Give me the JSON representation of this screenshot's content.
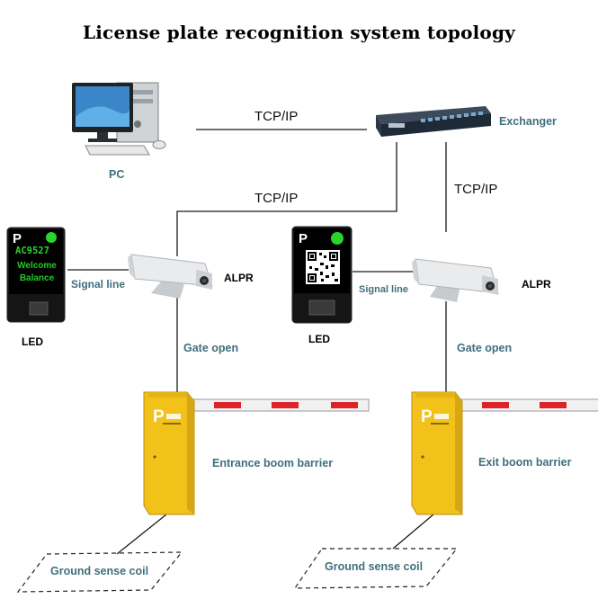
{
  "title": "License plate recognition system topology",
  "nodes": {
    "pc": "PC",
    "exchanger": "Exchanger",
    "alpr_left": "ALPR",
    "alpr_right": "ALPR",
    "led_left": "LED",
    "led_right": "LED",
    "entrance_barrier": "Entrance boom barrier",
    "exit_barrier": "Exit boom barrier",
    "coil_left": "Ground sense coil",
    "coil_right": "Ground sense coil"
  },
  "links": {
    "pc_exchanger": "TCP/IP",
    "exchanger_alpr_left": "TCP/IP",
    "exchanger_alpr_right": "TCP/IP",
    "signal_left": "Signal line",
    "signal_right": "Signal line",
    "gate_left": "Gate open",
    "gate_right": "Gate open"
  },
  "led_screen": {
    "plate": "AC9527",
    "line1": "Welcome",
    "line2": "Balance"
  },
  "colors": {
    "label_teal": "#3f6f7c",
    "barrier_yellow": "#f2c21b",
    "boom_red": "#d9242a",
    "led_green": "#2bd42b"
  }
}
